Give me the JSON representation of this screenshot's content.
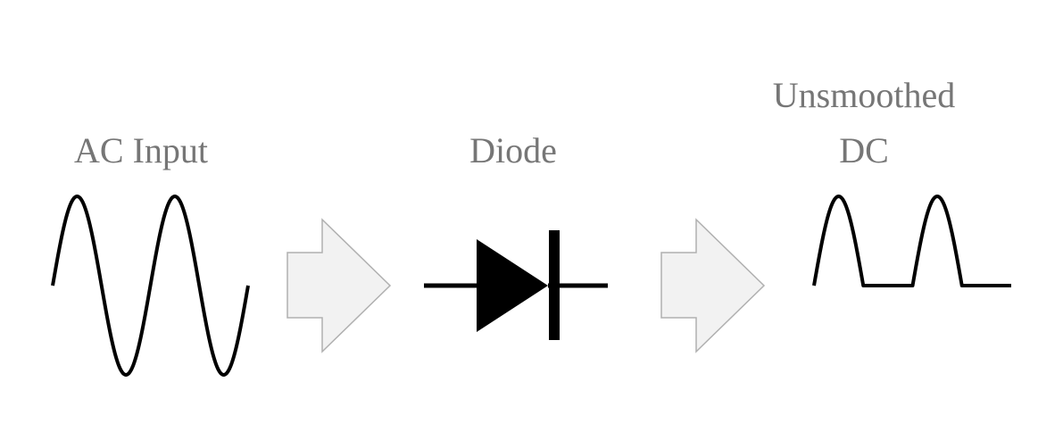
{
  "labels": {
    "ac_input": "AC Input",
    "diode": "Diode",
    "unsmoothed_line1": "Unsmoothed",
    "unsmoothed_line2": "DC"
  },
  "colors": {
    "label_text": "#767676",
    "stroke": "#000000",
    "arrow_fill": "#f2f2f2",
    "arrow_stroke": "#b0b0b0"
  },
  "icons": {
    "input_waveform": "sine-wave-icon",
    "flow_arrow_1": "block-arrow-right-icon",
    "component": "diode-symbol-icon",
    "flow_arrow_2": "block-arrow-right-icon",
    "output_waveform": "half-wave-rectified-icon"
  }
}
